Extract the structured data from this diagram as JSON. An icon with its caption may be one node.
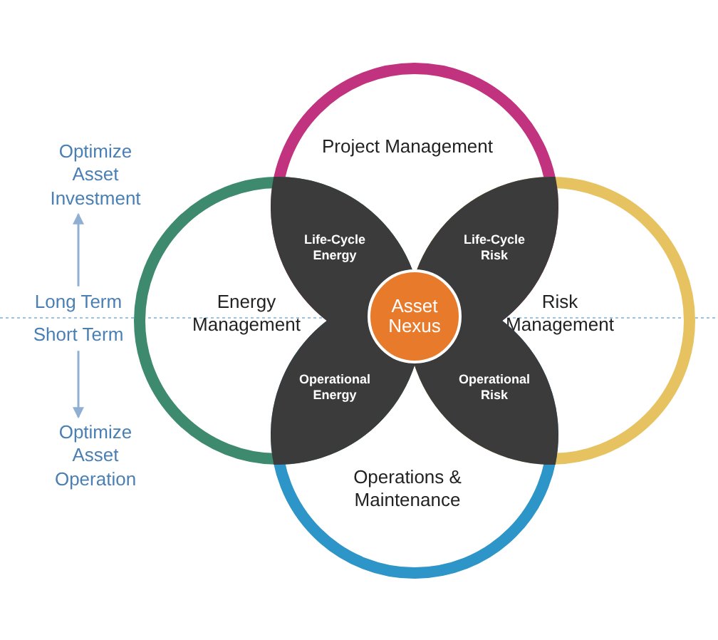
{
  "diagram": {
    "nodes": [
      {
        "text": [
          "Project Management"
        ]
      },
      {
        "text": [
          "Energy Management"
        ]
      },
      {
        "text": [
          "Risk Management"
        ]
      },
      {
        "text": [
          "Operations & Maintenance"
        ]
      },
      {
        "text": [
          "Life-Cycle Energy"
        ]
      },
      {
        "text": [
          "Life-Cycle Risk"
        ]
      },
      {
        "text": [
          "Operational Energy"
        ]
      },
      {
        "text": [
          "Operational Risk"
        ]
      },
      {
        "text": [
          "Asset Nexus"
        ]
      },
      {
        "text": [
          "Optimize Asset Investment"
        ]
      },
      {
        "text": [
          "Long Term"
        ]
      },
      {
        "text": [
          "Short Term"
        ]
      },
      {
        "text": [
          "Optimize Asset Operation"
        ]
      }
    ],
    "edges": [
      {
        "from": 10,
        "to": 9,
        "arrow": "to"
      },
      {
        "from": 11,
        "to": 12,
        "arrow": "to"
      }
    ]
  }
}
